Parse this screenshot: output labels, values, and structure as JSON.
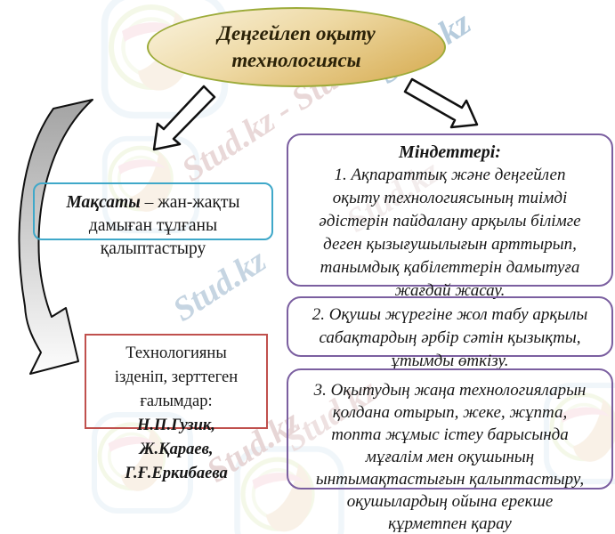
{
  "title": {
    "lines": [
      "Деңгейлеп оқыту",
      "технологиясы"
    ]
  },
  "goal_box": {
    "label": "Мақсаты",
    "after_label": " – жан-жақты",
    "rest_lines": [
      "дамыған тұлғаны",
      "қалыптастыру"
    ]
  },
  "scholars_box": {
    "intro_lines": [
      "Технологияны",
      "ізденіп, зерттеген",
      "ғалымдар:"
    ],
    "names": [
      "Н.П.Гузик,",
      "Ж.Қараев,",
      "Г.Ғ.Еркибаева"
    ]
  },
  "tasks": {
    "heading": "Міндеттері:",
    "items": [
      {
        "lines": [
          "1. Ақпараттық және деңгейлеп",
          "оқыту технологиясының тиімді",
          "әдістерін пайдалану арқылы білімге",
          "деген қызығушылығын арттырып,",
          "танымдық қабілеттерін дамытуға",
          "жағдай жасау."
        ]
      },
      {
        "lines": [
          "2. Оқушы жүрегіне жол табу арқылы",
          "сабақтардың әрбір сәтін қызықты,",
          "ұтымды өткізу."
        ]
      },
      {
        "lines": [
          "3. Оқытудың жаңа технологияларын",
          "қолдана отырып, жеке, жұпта,",
          "топта жұмыс істеу барысында",
          "мұғалім мен оқушының",
          "ынтымақтастығын қалыптастыру,",
          "оқушылардың ойына ерекше",
          "құрметпен қарау"
        ]
      }
    ]
  },
  "watermark": {
    "text": "Stud.kz",
    "text_double": "Stud.kz - Stud.kz"
  },
  "colors": {
    "ellipse_border": "#9cab39",
    "ellipse_fill_top": "#faf4e0",
    "ellipse_fill_bottom": "#d5a94c",
    "goal_border": "#3fa8c9",
    "scholars_border": "#c0504d",
    "tasks_border": "#7b5fa0",
    "watermark_pink": "#e5d2d2",
    "watermark_blue": "#afc7da",
    "text": "#161616"
  }
}
